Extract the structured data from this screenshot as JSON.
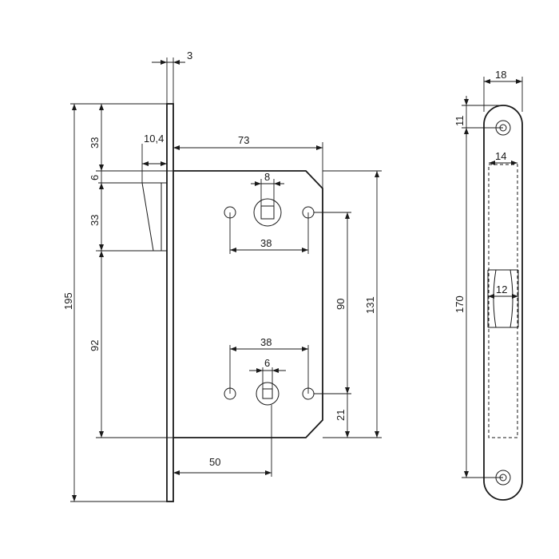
{
  "dimensions": {
    "faceplate_thickness": "3",
    "latch_offset": "10,4",
    "backset_to_case": "73",
    "spindle_size": "8",
    "top_hole_spacing": "38",
    "top_to_latch": "33",
    "latch_gap": "6",
    "latch_height": "33",
    "total_height": "195",
    "latch_to_bottom": "92",
    "hub_spacing": "90",
    "case_height": "131",
    "bottom_hole_spacing": "38",
    "turn_size": "6",
    "bottom_offset": "21",
    "backset": "50",
    "plate_width": "18",
    "screw_offset": "11",
    "latch_window_width": "14",
    "plate_height": "170",
    "bolt_window_width": "12"
  }
}
